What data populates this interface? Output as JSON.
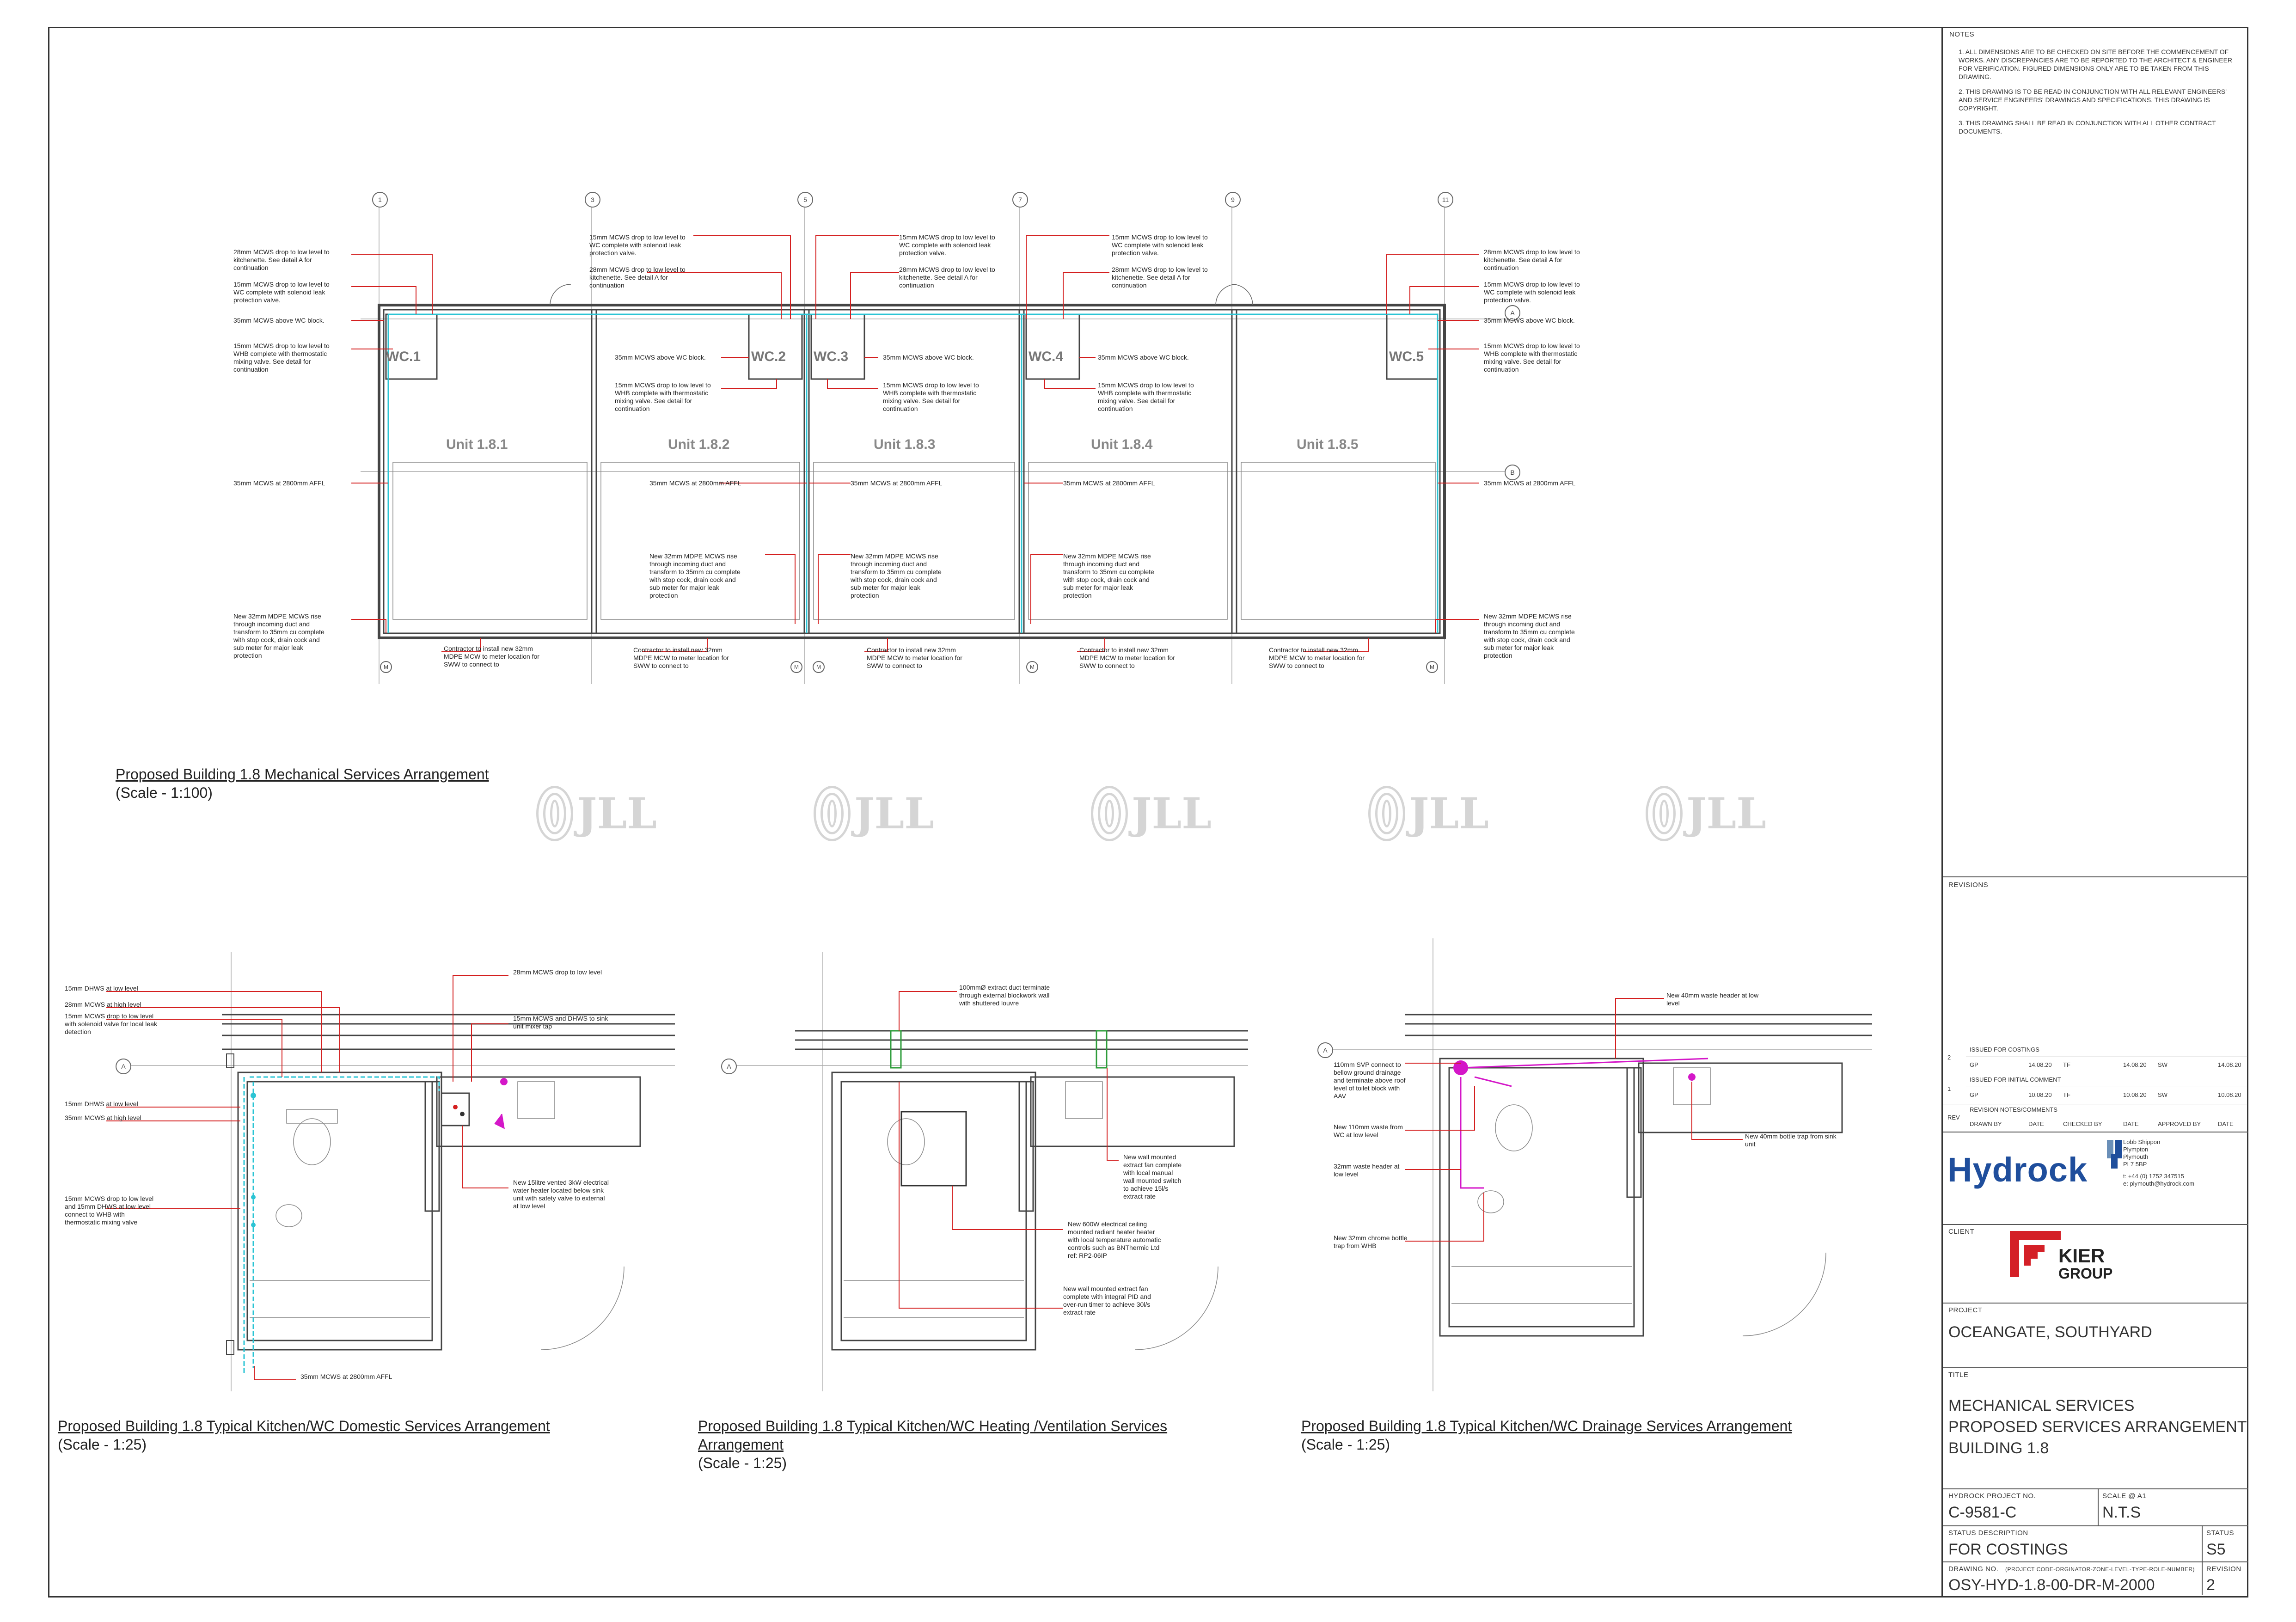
{
  "notes": {
    "heading": "NOTES",
    "items": [
      "1.   ALL DIMENSIONS ARE TO BE CHECKED ON SITE BEFORE THE COMMENCEMENT OF WORKS. ANY DISCREPANCIES ARE TO BE REPORTED TO THE ARCHITECT & ENGINEER FOR VERIFICATION. FIGURED DIMENSIONS ONLY ARE TO BE TAKEN FROM THIS DRAWING.",
      "2.   THIS DRAWING IS TO BE READ IN CONJUNCTION WITH ALL RELEVANT ENGINEERS' AND SERVICE ENGINEERS' DRAWINGS AND SPECIFICATIONS. THIS DRAWING IS COPYRIGHT.",
      "3.   THIS DRAWING SHALL BE READ IN CONJUNCTION WITH ALL OTHER CONTRACT DOCUMENTS."
    ]
  },
  "revisions": {
    "heading": "REVISIONS",
    "rows": [
      {
        "rev": "2",
        "desc": "ISSUED FOR COSTINGS",
        "by": "GP",
        "date1": "14.08.20",
        "chk": "TF",
        "date2": "14.08.20",
        "app": "SW",
        "date3": "14.08.20"
      },
      {
        "rev": "1",
        "desc": "ISSUED FOR INITIAL COMMENT",
        "by": "GP",
        "date1": "10.08.20",
        "chk": "TF",
        "date2": "10.08.20",
        "app": "SW",
        "date3": "10.08.20"
      }
    ],
    "header": {
      "rev": "REV",
      "notes": "REVISION NOTES/COMMENTS",
      "drawn": "DRAWN BY",
      "date": "DATE",
      "checked": "CHECKED BY",
      "approved": "APPROVED BY"
    }
  },
  "hydrock": {
    "logo": "Hydrock",
    "address": [
      "Lobb Shippon",
      "Plympton",
      "Plymouth",
      "PL7 5BP"
    ],
    "tel": "t: +44 (0) 1752 347515",
    "email": "e: plymouth@hydrock.com"
  },
  "client": {
    "label": "CLIENT",
    "name_line1": "KIER",
    "name_line2": "GROUP"
  },
  "project": {
    "label": "PROJECT",
    "value": "OCEANGATE, SOUTHYARD"
  },
  "title_block": {
    "label": "TITLE",
    "lines": [
      "MECHANICAL SERVICES",
      "PROPOSED SERVICES ARRANGEMENT",
      "BUILDING 1.8"
    ]
  },
  "project_no": {
    "label": "HYDROCK PROJECT NO.",
    "value": "C-9581-C"
  },
  "scale": {
    "label": "SCALE @ A1",
    "value": "N.T.S"
  },
  "status_desc": {
    "label": "STATUS DESCRIPTION",
    "value": "FOR COSTINGS"
  },
  "status": {
    "label": "STATUS",
    "value": "S5"
  },
  "drawing_no": {
    "label": "DRAWING NO.",
    "sub": "(PROJECT CODE-ORGINATOR-ZONE-LEVEL-TYPE-ROLE-NUMBER)",
    "value": "OSY-HYD-1.8-00-DR-M-2000"
  },
  "revision": {
    "label": "REVISION",
    "value": "2"
  },
  "main_plan": {
    "title": "Proposed Building 1.8 Mechanical Services Arrangement",
    "scale": "(Scale - 1:100)",
    "units": [
      "Unit 1.8.1",
      "Unit 1.8.2",
      "Unit 1.8.3",
      "Unit 1.8.4",
      "Unit 1.8.5"
    ],
    "wcs": [
      "WC.1",
      "WC.2",
      "WC.3",
      "WC.4",
      "WC.5"
    ],
    "grid_numbers": [
      "1",
      "3",
      "5",
      "7",
      "9",
      "11"
    ],
    "grid_letters": [
      "A",
      "B"
    ],
    "meter": "M",
    "annotations": {
      "a1": "28mm MCWS drop to low level to\nkitchenette.  See detail A for\ncontinuation",
      "a2": "15mm MCWS drop to low level to\nWC complete with solenoid leak\nprotection valve.",
      "a3": "35mm MCWS above WC block.",
      "a4": "15mm MCWS drop to low level to\nWHB complete with thermostatic\nmixing valve.  See detail for\ncontinuation",
      "a5": "35mm MCWS at 2800mm AFFL",
      "a6": "New 32mm MDPE MCWS rise\nthrough incoming duct and\ntransform to 35mm cu complete\nwith stop cock, drain cock and\nsub meter for major leak\nprotection",
      "a7": "Contractor to install new 32mm\nMDPE MCW to meter location for\nSWW to connect to",
      "b1": "15mm MCWS drop to low level to\nWC complete with solenoid leak\nprotection valve.",
      "b2": "28mm MCWS drop to low level to\nkitchenette.  See detail A for\ncontinuation",
      "b3": "35mm MCWS above WC block.",
      "b4": "15mm MCWS drop to low level to\nWHB complete with thermostatic\nmixing valve.  See detail for\ncontinuation",
      "b5": "35mm MCWS at 2800mm AFFL",
      "b6": "New 32mm MDPE MCWS rise\nthrough incoming duct and\ntransform to 35mm cu complete\nwith stop cock, drain cock and\nsub meter for major leak\nprotection",
      "b7": "Contractor to install new 32mm\nMDPE MCW to meter location for\nSWW to connect to"
    }
  },
  "detail1": {
    "title": "Proposed Building 1.8 Typical Kitchen/WC Domestic Services Arrangement",
    "scale": "(Scale - 1:25)",
    "annotations": {
      "d1": "15mm DHWS at low level",
      "d2": "28mm MCWS at high level",
      "d3": "15mm MCWS drop to low level\nwith solenoid valve for local leak\ndetection",
      "d4": "15mm DHWS at low level",
      "d5": "35mm MCWS at high level",
      "d6": "15mm MCWS drop to low level\nand 15mm DHWS at low level\nconnect to WHB with\nthermostatic mixing valve",
      "d7": "28mm MCWS drop to low level",
      "d8": "15mm MCWS and DHWS to sink\nunit mixer tap",
      "d9": "New 15litre vented 3kW electrical\nwater heater located below sink\nunit with safety valve to external\nat low level",
      "d10": "35mm MCWS at 2800mm AFFL"
    }
  },
  "detail2": {
    "title": "Proposed Building 1.8 Typical Kitchen/WC Heating /Ventilation Services",
    "title2": "Arrangement",
    "scale": "(Scale - 1:25)",
    "annotations": {
      "h1": "100mmØ extract duct terminate\nthrough external blockwork wall\nwith shuttered louvre",
      "h2": "New wall mounted\nextract fan complete\nwith local manual\nwall mounted switch\nto achieve 15l/s\nextract rate",
      "h3": "New 600W electrical ceiling\nmounted radiant heater heater\nwith local temperature automatic\ncontrols such as BNThermic Ltd\nref: RP2-06IP",
      "h4": "New wall mounted extract fan\ncomplete with integral PID and\nover-run timer to achieve 30l/s\nextract rate"
    }
  },
  "detail3": {
    "title": "Proposed Building 1.8 Typical Kitchen/WC Drainage Services Arrangement",
    "scale": "(Scale - 1:25)",
    "annotations": {
      "r1": "New 40mm waste header at low\nlevel",
      "r2": "110mm SVP connect to\nbellow ground drainage\nand terminate above roof\nlevel of toilet block with\nAAV",
      "r3": "New 110mm waste from\nWC at low level",
      "r4": "32mm waste header at\nlow level",
      "r5": "New 32mm chrome bottle\ntrap from WHB",
      "r6": "New 40mm bottle trap from sink\nunit"
    }
  },
  "watermark": "JLL",
  "colors": {
    "cyan": "#2bc4d4",
    "magenta": "#d417c8",
    "red": "#d41f1f",
    "wall": "#444444",
    "brand_blue": "#1f4e9c",
    "kier_red": "#d42027"
  }
}
